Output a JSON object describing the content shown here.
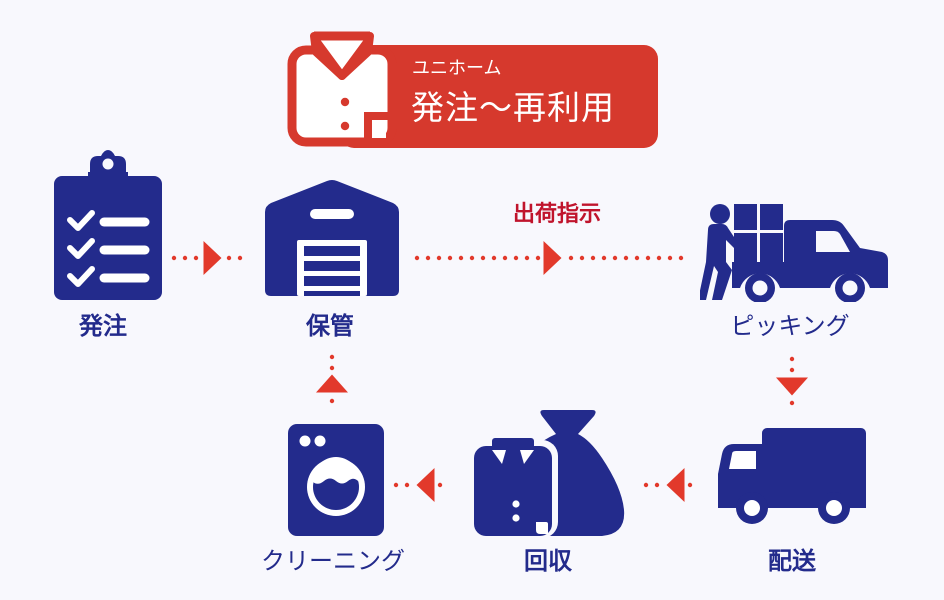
{
  "banner": {
    "icon": "shirt-icon",
    "subtitle": "ユニホーム",
    "title": "発注〜再利用",
    "color": "#d6392d"
  },
  "colors": {
    "background": "#f8f8fd",
    "icon": "#232b8c",
    "arrow": "#e2392b",
    "flow_label": "#c0142c"
  },
  "steps": [
    {
      "id": "order",
      "icon": "clipboard-checklist-icon",
      "label": "発注"
    },
    {
      "id": "storage",
      "icon": "warehouse-icon",
      "label": "保管"
    },
    {
      "id": "picking",
      "icon": "loading-truck-icon",
      "label": "ピッキング"
    },
    {
      "id": "delivery",
      "icon": "delivery-truck-icon",
      "label": "配送"
    },
    {
      "id": "collection",
      "icon": "laundry-bag-icon",
      "label": "回収"
    },
    {
      "id": "cleaning",
      "icon": "washing-machine-icon",
      "label": "クリーニング"
    }
  ],
  "flows": [
    {
      "from": "order",
      "to": "storage",
      "direction": "right",
      "label": ""
    },
    {
      "from": "storage",
      "to": "picking",
      "direction": "right",
      "label": "出荷指示"
    },
    {
      "from": "picking",
      "to": "delivery",
      "direction": "down",
      "label": ""
    },
    {
      "from": "delivery",
      "to": "collection",
      "direction": "left",
      "label": ""
    },
    {
      "from": "collection",
      "to": "cleaning",
      "direction": "left",
      "label": ""
    },
    {
      "from": "cleaning",
      "to": "storage",
      "direction": "up",
      "label": ""
    }
  ]
}
